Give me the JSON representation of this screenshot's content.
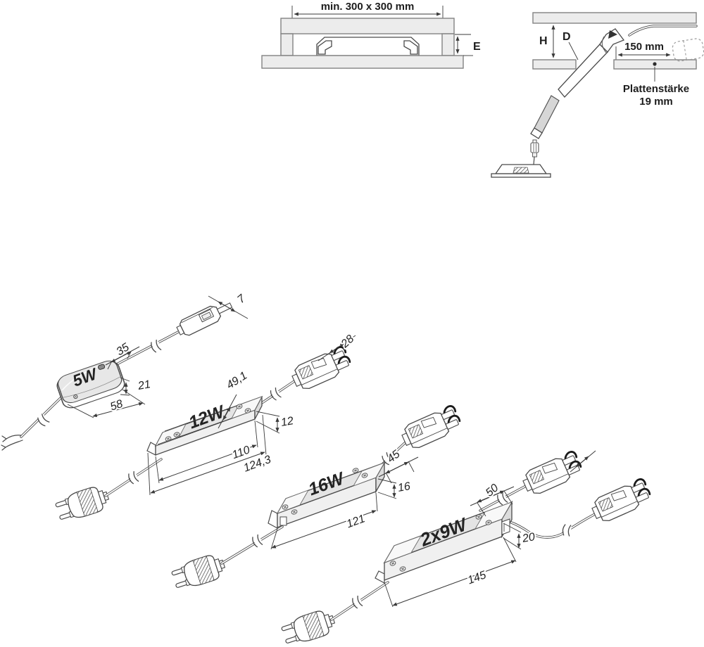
{
  "figure": {
    "recess": {
      "cutout_label": "min. 300 x 300 mm",
      "depth_label": "E"
    },
    "mounting": {
      "height_label": "H",
      "hole_label": "D",
      "distance_label": "150 mm",
      "plate_label_line1": "Plattenstärke",
      "plate_label_line2": "19 mm"
    },
    "drivers": [
      {
        "id": "5w",
        "label": "5W",
        "width_mm": "35",
        "height_mm": "21",
        "length_mm": "58",
        "connector_width_mm": "7"
      },
      {
        "id": "12w",
        "label": "12W",
        "width_mm": "49,1",
        "height_mm": "12",
        "inner_length_mm": "110",
        "length_mm": "124,3",
        "connector_width_mm": "28"
      },
      {
        "id": "16w",
        "label": "16W",
        "width_mm": "45",
        "height_mm": "16",
        "length_mm": "121"
      },
      {
        "id": "2x9w",
        "label": "2x9W",
        "width_mm": "50",
        "height_mm": "20",
        "length_mm": "145"
      }
    ]
  }
}
